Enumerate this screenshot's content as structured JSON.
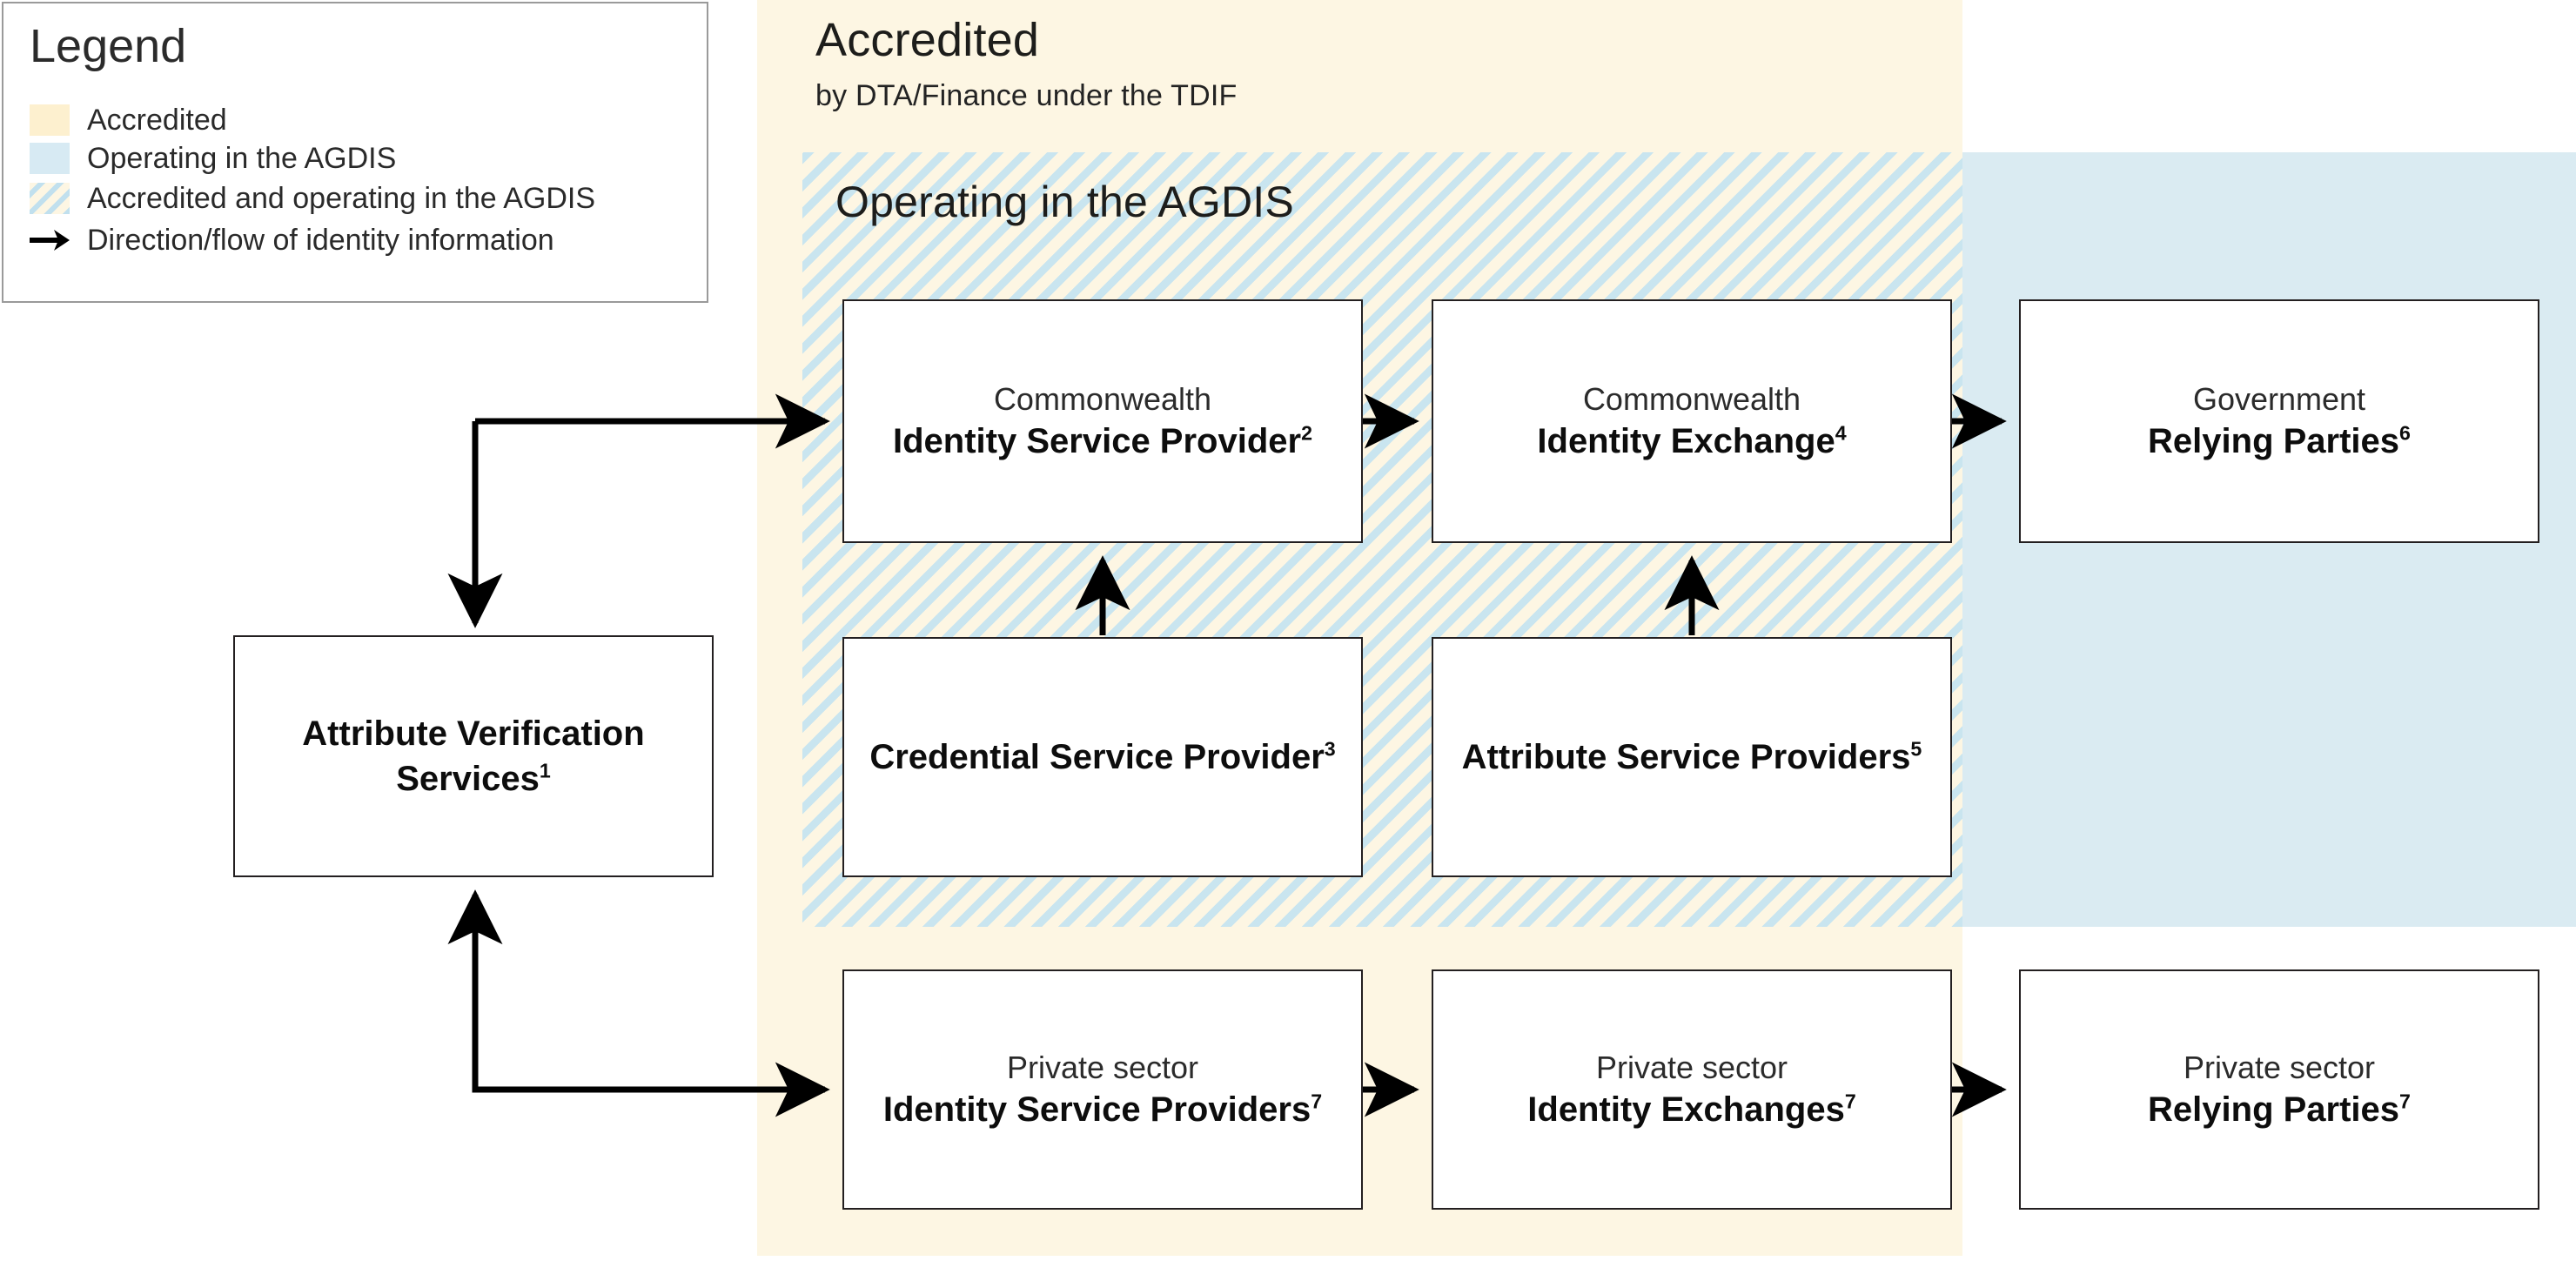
{
  "legend": {
    "title": "Legend",
    "items": [
      {
        "icon": "swatch-accredited",
        "label": "Accredited"
      },
      {
        "icon": "swatch-agdis",
        "label": "Operating in the AGDIS"
      },
      {
        "icon": "swatch-both",
        "label": "Accredited and operating in the AGDIS"
      },
      {
        "icon": "arrow-right-icon",
        "label": "Direction/flow of identity information"
      }
    ]
  },
  "zones": {
    "accredited": {
      "title": "Accredited",
      "subtitle": "by DTA/Finance under the TDIF",
      "color": "#fdf6e3"
    },
    "agdis": {
      "title": "Operating in the AGDIS",
      "color": "#daebf2"
    },
    "both": {
      "label": "Accredited and operating in the AGDIS"
    }
  },
  "nodes": {
    "attribute_verification_services": {
      "line1": "",
      "line2": "Attribute Verification Services",
      "footnote": "1",
      "zone": "none"
    },
    "commonwealth_identity_service_provider": {
      "line1": "Commonwealth",
      "line2": "Identity Service Provider",
      "footnote": "2",
      "zone": "both"
    },
    "commonwealth_identity_exchange": {
      "line1": "Commonwealth",
      "line2": "Identity Exchange",
      "footnote": "4",
      "zone": "both"
    },
    "government_relying_parties": {
      "line1": "Government",
      "line2": "Relying Parties",
      "footnote": "6",
      "zone": "agdis"
    },
    "credential_service_provider": {
      "line1": "",
      "line2": "Credential Service Provider",
      "footnote": "3",
      "zone": "both"
    },
    "attribute_service_providers": {
      "line1": "",
      "line2": "Attribute Service Providers",
      "footnote": "5",
      "zone": "both"
    },
    "private_sector_identity_service_providers": {
      "line1": "Private sector",
      "line2": "Identity Service Providers",
      "footnote": "7",
      "zone": "accredited"
    },
    "private_sector_identity_exchanges": {
      "line1": "Private sector",
      "line2": "Identity Exchanges",
      "footnote": "7",
      "zone": "accredited"
    },
    "private_sector_relying_parties": {
      "line1": "Private sector",
      "line2": "Relying Parties",
      "footnote": "7",
      "zone": "none"
    }
  },
  "flows": [
    {
      "from": "attribute_verification_services",
      "to": "commonwealth_identity_service_provider"
    },
    {
      "from": "commonwealth_identity_service_provider",
      "to": "commonwealth_identity_exchange"
    },
    {
      "from": "commonwealth_identity_exchange",
      "to": "government_relying_parties"
    },
    {
      "from": "credential_service_provider",
      "to": "commonwealth_identity_service_provider"
    },
    {
      "from": "attribute_service_providers",
      "to": "commonwealth_identity_exchange"
    },
    {
      "from": "private_sector_identity_service_providers",
      "to": "attribute_verification_services"
    },
    {
      "from": "private_sector_identity_service_providers",
      "to": "private_sector_identity_exchanges"
    },
    {
      "from": "private_sector_identity_exchanges",
      "to": "private_sector_relying_parties"
    }
  ],
  "colors": {
    "accredited_fill": "#fdf6e3",
    "agdis_fill": "#daebf2",
    "hatch_stripe": "#c6e4f0",
    "node_border": "#231f20",
    "arrow": "#000000",
    "legend_border": "#9a9a9a"
  }
}
